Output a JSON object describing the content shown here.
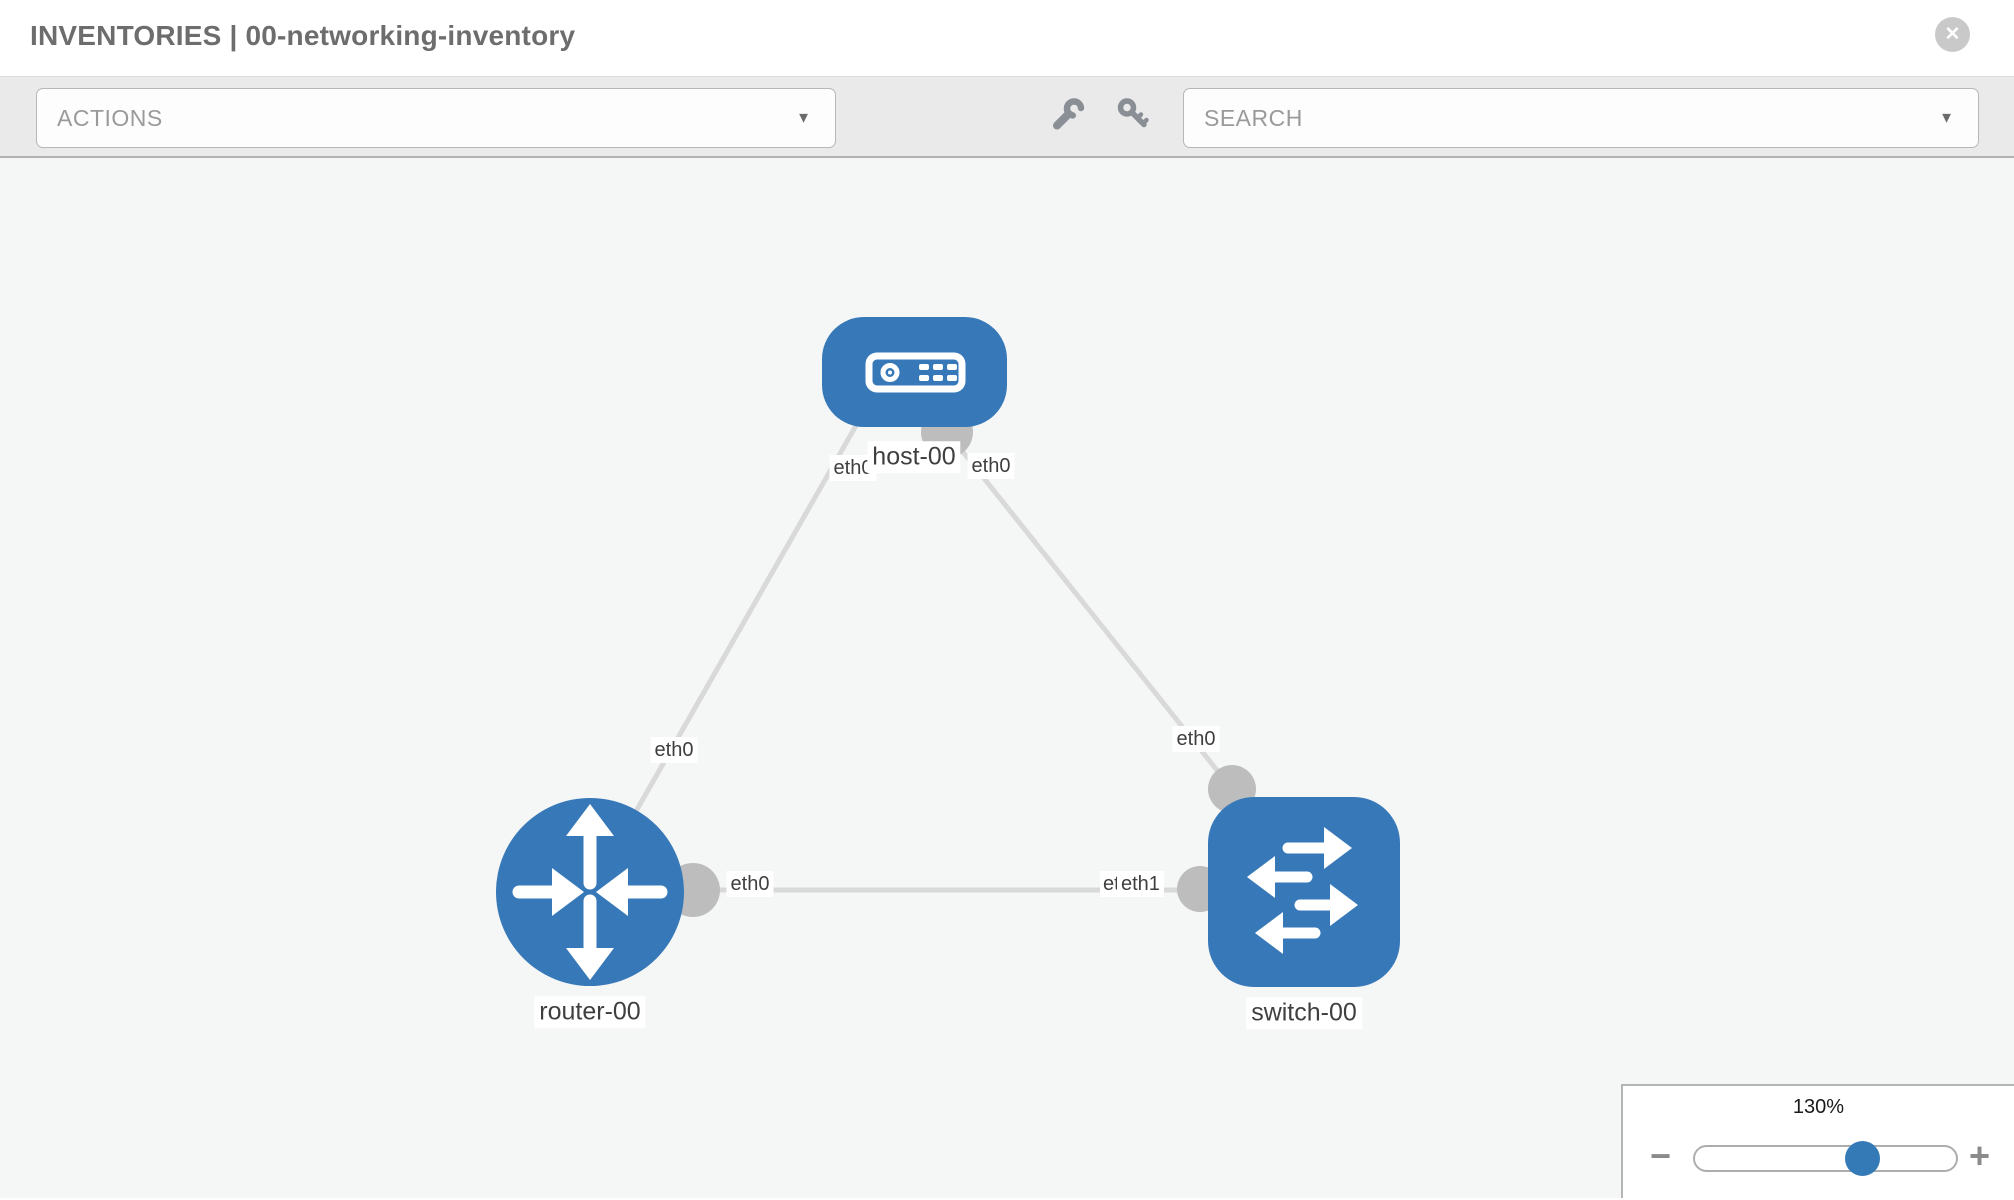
{
  "header": {
    "title": "INVENTORIES | 00-networking-inventory"
  },
  "toolbar": {
    "actions_dropdown": {
      "label": "ACTIONS"
    },
    "tools": [
      "wrench-icon",
      "key-icon"
    ],
    "search_dropdown": {
      "placeholder": "SEARCH"
    }
  },
  "icons": {
    "close": "✕",
    "caret_down": "▼",
    "minus": "−",
    "plus": "+"
  },
  "topology": {
    "nodes": [
      {
        "id": "host-00",
        "type": "host",
        "label": "host-00"
      },
      {
        "id": "router-00",
        "type": "router",
        "label": "router-00"
      },
      {
        "id": "switch-00",
        "type": "switch",
        "label": "switch-00"
      }
    ],
    "links": [
      {
        "from": "host-00",
        "to": "router-00",
        "from_interface": "eth0",
        "to_interface": "eth0"
      },
      {
        "from": "host-00",
        "to": "switch-00",
        "from_interface": "eth0",
        "to_interface": "eth0"
      },
      {
        "from": "router-00",
        "to": "switch-00",
        "from_interface": "eth0",
        "to_interface": "eth1"
      }
    ]
  },
  "zoom_control": {
    "level": "130%"
  },
  "colors": {
    "node_blue": "#3779b8",
    "link_gray": "#d9d9d9",
    "endpoint_gray": "#bdbdbd",
    "toolbar_bg": "#eaeaea",
    "canvas_bg": "#f5f6f6",
    "border_gray": "#b5b5b5",
    "title_gray": "#6d6d6d"
  }
}
